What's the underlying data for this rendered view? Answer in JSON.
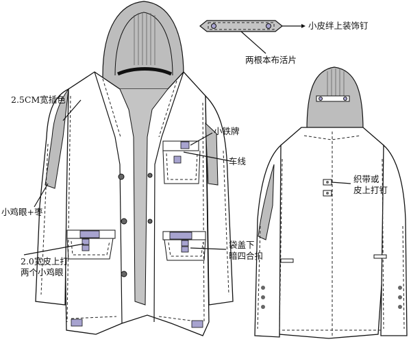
{
  "annotations": {
    "leather_strap_rivets": "小皮绊上装饰钉",
    "two_fabric_tabs": "两根本布活片",
    "insert_color": "2.5CM宽插色",
    "small_iron_plate": "小铁牌",
    "topstitch": "车线",
    "eyelet_bartack": "小鸡眼+枣",
    "webbing_leather_rivet_1": "织带或",
    "webbing_leather_rivet_2": "皮上打钉",
    "pocket_flap_snaps_1": "袋盖下",
    "pocket_flap_snaps_2": "暗四合扣",
    "leather_two_eyelets_1": "2.0宽皮上打",
    "leather_two_eyelets_2": "两个小鸡眼"
  },
  "colors": {
    "line": "#111111",
    "hood_gray": "#bdbdbd",
    "lining_gray": "#c4c4c4",
    "trim_purple": "#a7a3cf",
    "background": "#ffffff"
  }
}
